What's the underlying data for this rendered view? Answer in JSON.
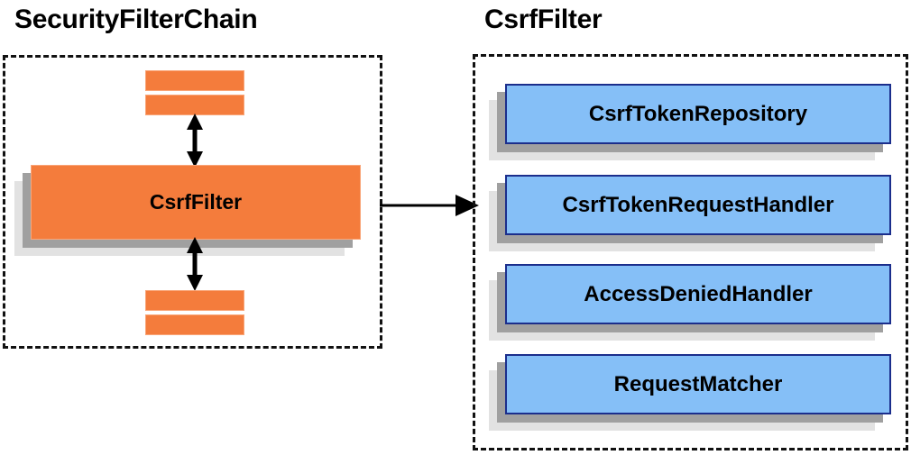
{
  "diagram": {
    "title_left": "SecurityFilterChain",
    "title_right": "CsrfFilter",
    "colors": {
      "orange_fill": "#F47C3C",
      "orange_border": "#F9A578",
      "blue_fill": "#85BFF7",
      "blue_border": "#1B2E8C",
      "shadow_near": "#A0A0A0",
      "shadow_far": "#E2E2E2",
      "outline": "#111111",
      "text": "#000000"
    }
  },
  "left_panel": {
    "title": "SecurityFilterChain",
    "main_box_label": "CsrfFilter",
    "filter_bars": [
      {
        "name": "bar-top-1",
        "label": ""
      },
      {
        "name": "bar-top-2",
        "label": ""
      },
      {
        "name": "bar-bottom-1",
        "label": ""
      },
      {
        "name": "bar-bottom-2",
        "label": ""
      }
    ],
    "arrows": [
      {
        "name": "vertical-double-arrow-top",
        "direction": "both"
      },
      {
        "name": "vertical-double-arrow-bottom",
        "direction": "both"
      }
    ]
  },
  "connector": {
    "name": "left-to-right-arrow",
    "direction": "right"
  },
  "right_panel": {
    "title": "CsrfFilter",
    "components": [
      {
        "label": "CsrfTokenRepository"
      },
      {
        "label": "CsrfTokenRequestHandler"
      },
      {
        "label": "AccessDeniedHandler"
      },
      {
        "label": "RequestMatcher"
      }
    ]
  }
}
